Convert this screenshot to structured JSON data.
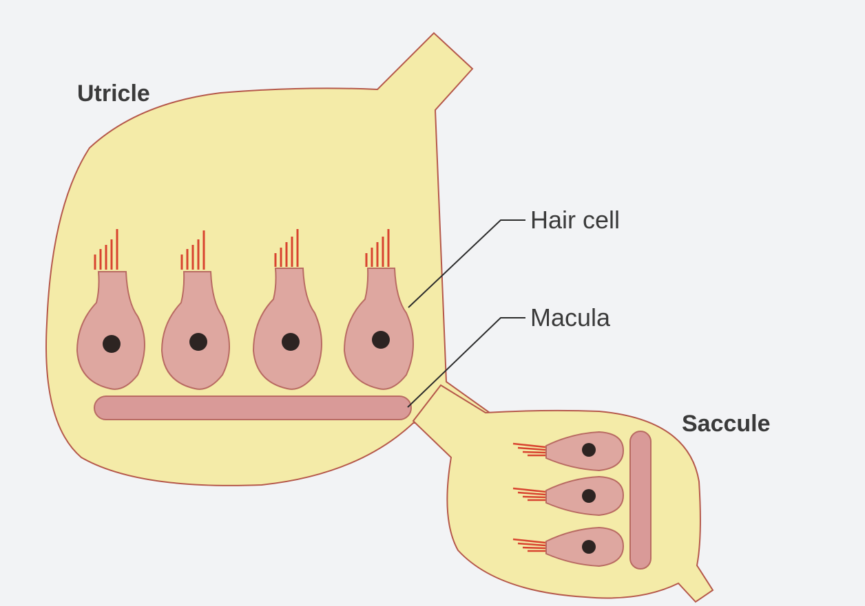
{
  "labels": {
    "utricle": "Utricle",
    "hair_cell": "Hair cell",
    "macula": "Macula",
    "saccule": "Saccule"
  },
  "colors": {
    "background": "#f2f3f5",
    "sac_fill": "#f4eba8",
    "sac_outline": "#b5574a",
    "cell_fill": "#dea7a0",
    "cell_outline": "#b86a62",
    "macula_fill": "#d99a98",
    "hair": "#d8432f",
    "nucleus": "#2d2422",
    "leader_line": "#2b2b2b"
  }
}
